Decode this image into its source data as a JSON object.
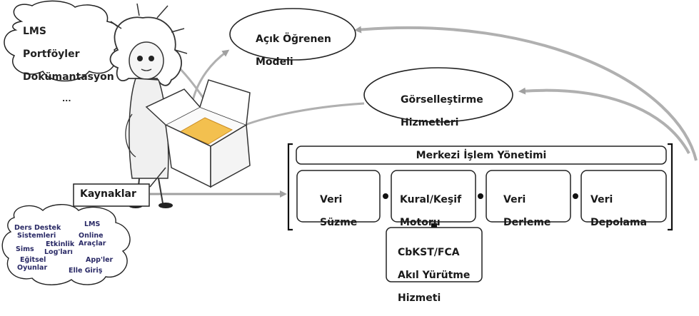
{
  "top_cloud": {
    "line1": "LMS",
    "line2": "Portföyler",
    "line3": "Dokümantasyon",
    "line4": "..."
  },
  "open_learner_model": {
    "line1": "Açık Öğrenen",
    "line2": "Modeli"
  },
  "visualization_services": {
    "line1": "Görselleştirme",
    "line2": "Hizmetleri"
  },
  "central": {
    "title": "Merkezi İşlem Yönetimi",
    "modules": [
      {
        "line1": "Veri",
        "line2": "Süzme"
      },
      {
        "line1": "Kural/Keşif",
        "line2": "Motoru"
      },
      {
        "line1": "Veri",
        "line2": "Derleme"
      },
      {
        "line1": "Veri",
        "line2": "Depolama"
      }
    ],
    "reasoning": {
      "line1": "CbKST/FCA",
      "line2": "Akıl Yürütme",
      "line3": "Hizmeti"
    }
  },
  "sources_label": "Kaynaklar",
  "sources_cloud": {
    "items": [
      "Ders Destek",
      "Sistemleri",
      "LMS",
      "Online",
      "Araçlar",
      "Etkinlik",
      "Log'ları",
      "Sims",
      "Eğitsel",
      "Oyunlar",
      "App'ler",
      "Elle Giriş"
    ]
  },
  "colors": {
    "arrow": "#a0a0a0",
    "box_fill": "#ffffff",
    "stroke": "#222222",
    "package_fill": "#f3c04f"
  }
}
